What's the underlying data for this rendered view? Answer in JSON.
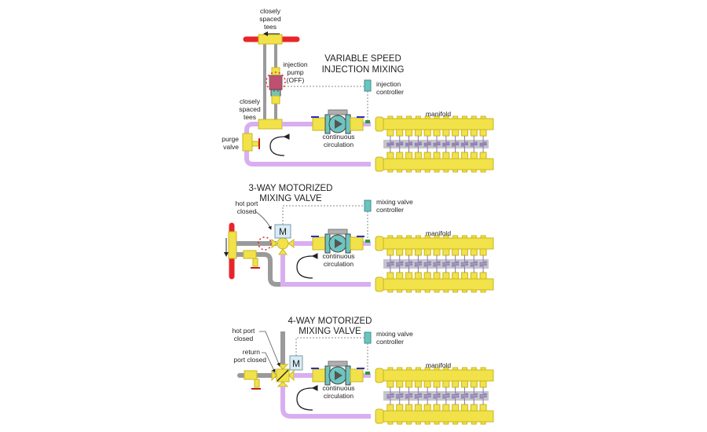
{
  "diagram": {
    "colors": {
      "supply_hot": "#e8262a",
      "cool_pipe": "#d9aef0",
      "gray_pipe": "#9a9a9a",
      "brass": "#f2e24a",
      "brass_dark": "#c9b520",
      "pump_body": "#6ec5c0",
      "controller": "#6cc4c0",
      "coil_bg": "#c5c5cc",
      "valve_handle": "#2630c8"
    },
    "panels": [
      {
        "title_line1": "VARIABLE SPEED",
        "title_line2": "INJECTION MIXING",
        "labels": {
          "tees_top_line1": "closely",
          "tees_top_line2": "spaced",
          "tees_top_line3": "tees",
          "pump_line1": "injection",
          "pump_line2": "pump",
          "pump_line3": "(OFF)",
          "tees_bottom_line1": "closely",
          "tees_bottom_line2": "spaced",
          "tees_bottom_line3": "tees",
          "purge_line1": "purge",
          "purge_line2": "valve",
          "controller_line1": "injection",
          "controller_line2": "controller",
          "circ_line1": "continuous",
          "circ_line2": "circulation",
          "manifold": "manifold"
        }
      },
      {
        "title_line1": "3-WAY MOTORIZED",
        "title_line2": "MIXING VALVE",
        "labels": {
          "hot_port_line1": "hot port",
          "hot_port_line2": "closed",
          "motor": "M",
          "controller_line1": "mixing valve",
          "controller_line2": "controller",
          "circ_line1": "continuous",
          "circ_line2": "circulation",
          "manifold": "manifold"
        }
      },
      {
        "title_line1": "4-WAY MOTORIZED",
        "title_line2": "MIXING VALVE",
        "labels": {
          "hot_port_line1": "hot port",
          "hot_port_line2": "closed",
          "return_line1": "return",
          "return_line2": "port closed",
          "motor": "M",
          "controller_line1": "mixing valve",
          "controller_line2": "controller",
          "circ_line1": "continuous",
          "circ_line2": "circulation",
          "manifold": "manifold"
        }
      }
    ],
    "manifold_loop_count": 11
  }
}
